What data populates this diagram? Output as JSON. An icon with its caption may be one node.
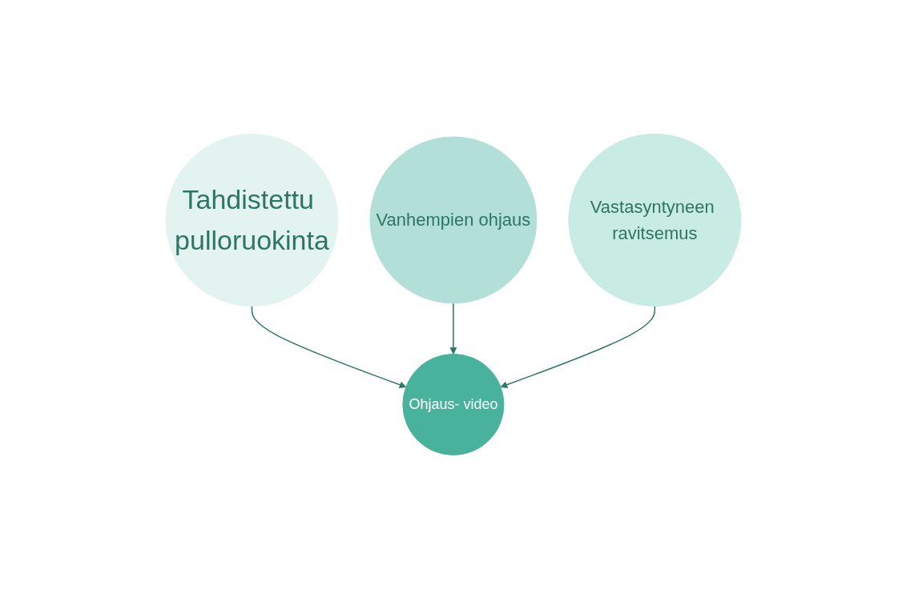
{
  "diagram": {
    "nodes": [
      {
        "text": [
          "Tahdistettu pulloruokinta"
        ]
      },
      {
        "text": [
          "Vanhempien ohjaus"
        ]
      },
      {
        "text": [
          "Vastasyntyneen ravitsemus"
        ]
      },
      {
        "text": [
          "Ohjaus- video"
        ]
      }
    ],
    "edges": [
      {
        "from": 0,
        "to": 3,
        "arrow": "to"
      },
      {
        "from": 1,
        "to": 3,
        "arrow": "to"
      },
      {
        "from": 2,
        "to": 3,
        "arrow": "to"
      }
    ]
  }
}
